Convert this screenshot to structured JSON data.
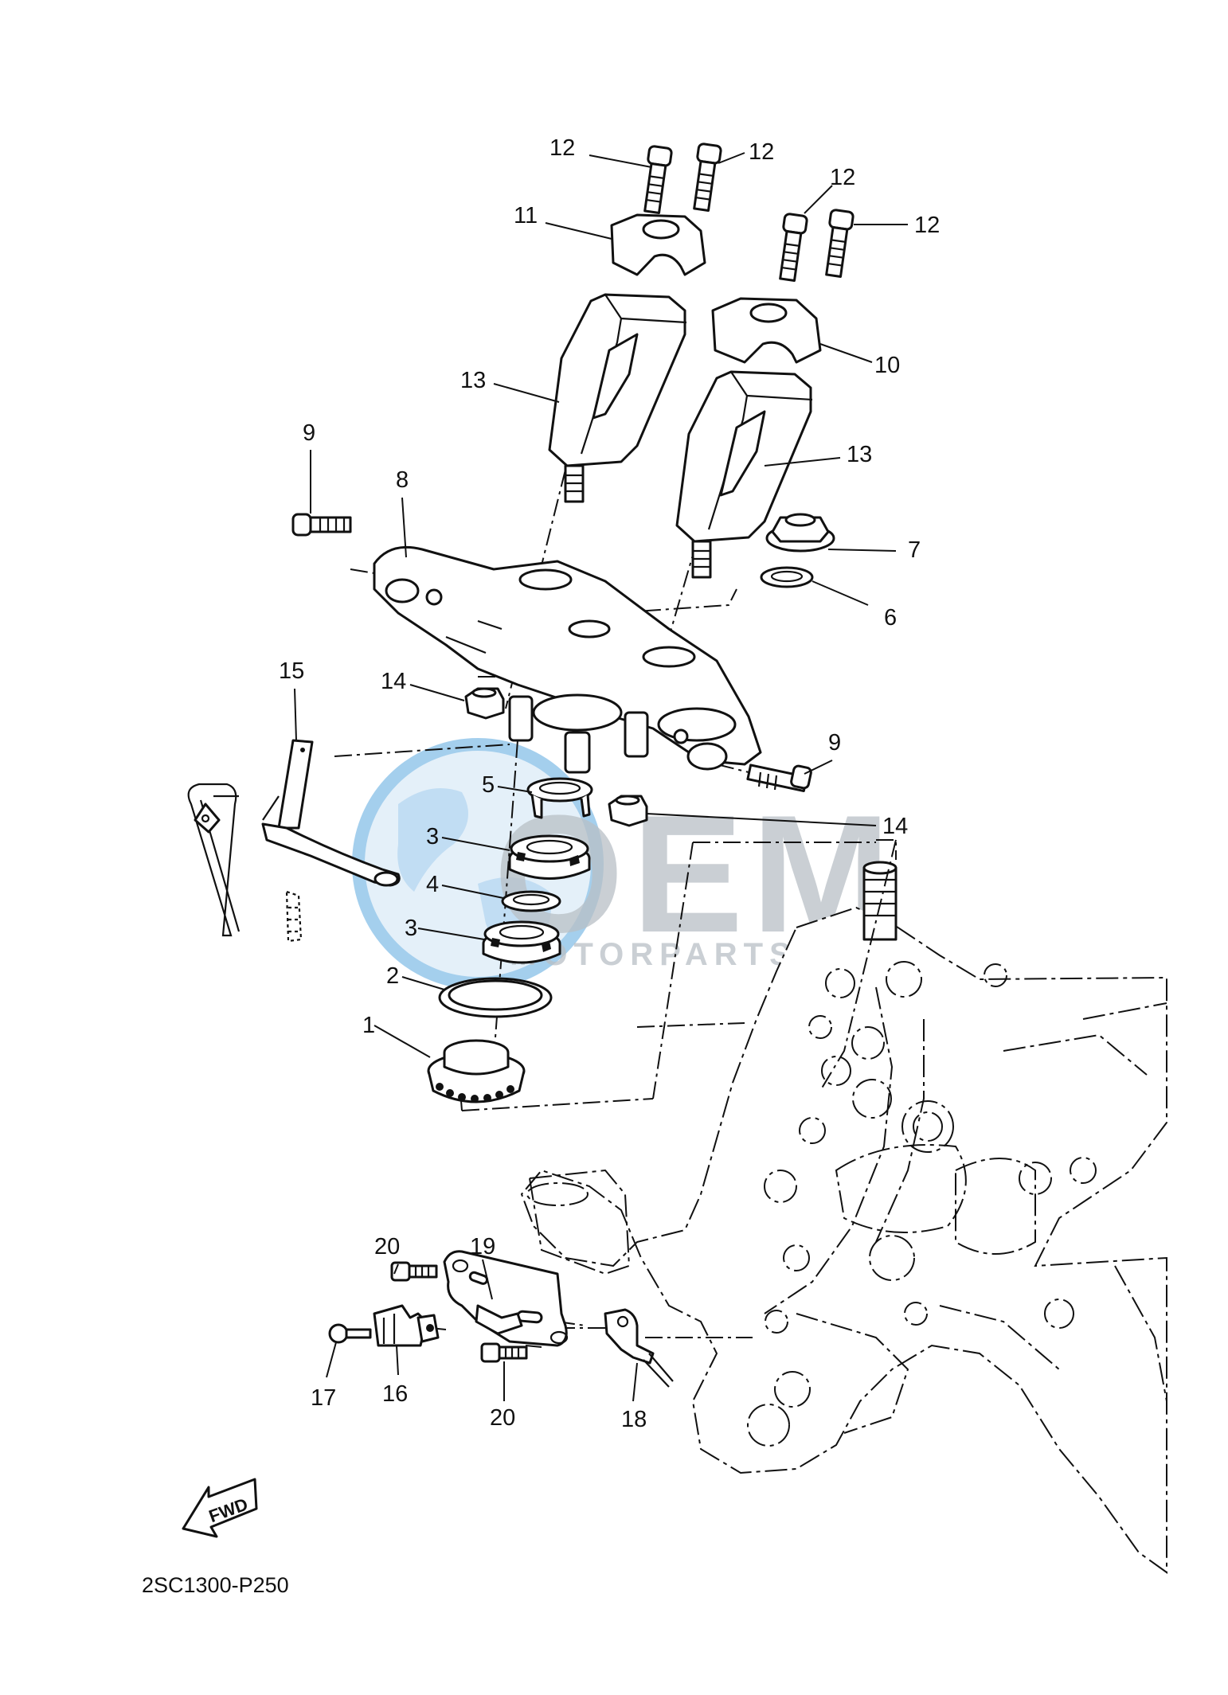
{
  "diagram": {
    "code": "2SC1300-P250",
    "fwd_label": "FWD",
    "watermark": {
      "main": "OEM",
      "sub": "MOTORPARTS",
      "colors": {
        "globe": "#5aa8e0",
        "text": "#b9c0c6"
      }
    },
    "callouts": {
      "c1": "1",
      "c2": "2",
      "c3a": "3",
      "c3b": "3",
      "c4": "4",
      "c5": "5",
      "c6": "6",
      "c7": "7",
      "c8": "8",
      "c9a": "9",
      "c9b": "9",
      "c10": "10",
      "c11": "11",
      "c12a": "12",
      "c12b": "12",
      "c12c": "12",
      "c12d": "12",
      "c13a": "13",
      "c13b": "13",
      "c14a": "14",
      "c14b": "14",
      "c15": "15",
      "c16": "16",
      "c17": "17",
      "c18": "18",
      "c19": "19",
      "c20a": "20",
      "c20b": "20"
    }
  }
}
